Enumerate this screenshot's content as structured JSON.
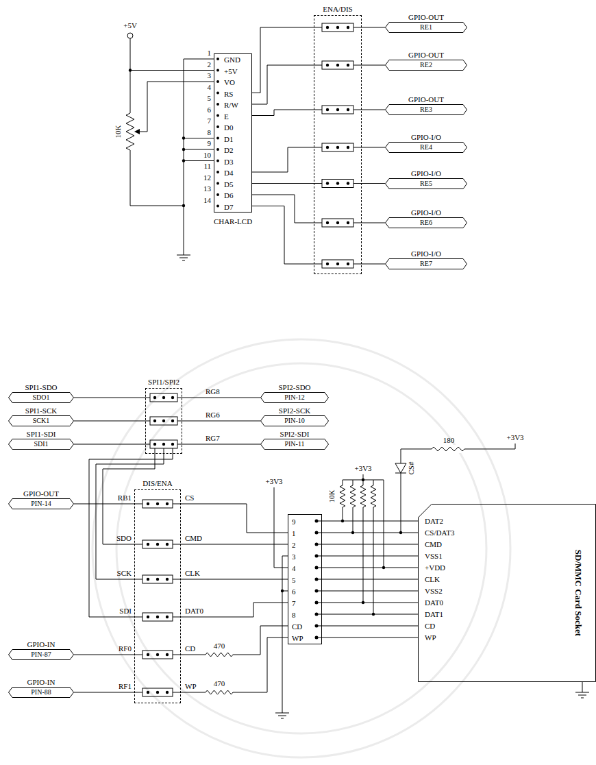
{
  "diagram": {
    "nodes": [
      {
        "text": [
          "GND",
          "+5V",
          "VO",
          "RS",
          "R/W",
          "E",
          "D0",
          "D1",
          "D2",
          "D3",
          "D4",
          "D5",
          "D6",
          "D7",
          "CHAR-LCD"
        ]
      },
      {
        "text": [
          "ENA/DIS"
        ]
      },
      {
        "text": [
          "GPIO-OUT",
          "RE1"
        ]
      },
      {
        "text": [
          "GPIO-OUT",
          "RE2"
        ]
      },
      {
        "text": [
          "GPIO-OUT",
          "RE3"
        ]
      },
      {
        "text": [
          "GPIO-I/O",
          "RE4"
        ]
      },
      {
        "text": [
          "GPIO-I/O",
          "RE5"
        ]
      },
      {
        "text": [
          "GPIO-I/O",
          "RE6"
        ]
      },
      {
        "text": [
          "GPIO-I/O",
          "RE7"
        ]
      },
      {
        "text": [
          "SPI1-SDO",
          "SDO1"
        ]
      },
      {
        "text": [
          "SPI1-SCK",
          "SCK1"
        ]
      },
      {
        "text": [
          "SPI1-SDI",
          "SDI1"
        ]
      },
      {
        "text": [
          "SPI1/SPI2"
        ]
      },
      {
        "text": [
          "SPI2-SDO",
          "PIN-12"
        ]
      },
      {
        "text": [
          "SPI2-SCK",
          "PIN-10"
        ]
      },
      {
        "text": [
          "SPI2-SDI",
          "PIN-11"
        ]
      },
      {
        "text": [
          "GPIO-OUT",
          "PIN-14"
        ]
      },
      {
        "text": [
          "DIS/ENA"
        ]
      },
      {
        "text": [
          "GPIO-IN",
          "PIN-87"
        ]
      },
      {
        "text": [
          "GPIO-IN",
          "PIN-88"
        ]
      },
      {
        "text": [
          "9",
          "1",
          "2",
          "3",
          "4",
          "5",
          "6",
          "7",
          "8",
          "CD",
          "WP"
        ]
      },
      {
        "text": [
          "DAT2",
          "CS/DAT3",
          "CMD",
          "VSS1",
          "+VDD",
          "CLK",
          "VSS2",
          "DAT0",
          "DAT1",
          "CD",
          "WP",
          "SD/MMC Card Socket"
        ]
      }
    ],
    "edges": [
      {
        "from": 0,
        "to": 1,
        "arrow": "none"
      },
      {
        "from": 0,
        "to": 1,
        "arrow": "none"
      },
      {
        "from": 0,
        "to": 1,
        "arrow": "none"
      },
      {
        "from": 0,
        "to": 1,
        "arrow": "none"
      },
      {
        "from": 0,
        "to": 1,
        "arrow": "none"
      },
      {
        "from": 0,
        "to": 1,
        "arrow": "none"
      },
      {
        "from": 0,
        "to": 1,
        "arrow": "none"
      },
      {
        "from": 1,
        "to": 2,
        "arrow": "none"
      },
      {
        "from": 1,
        "to": 3,
        "arrow": "none"
      },
      {
        "from": 1,
        "to": 4,
        "arrow": "none"
      },
      {
        "from": 1,
        "to": 5,
        "arrow": "none"
      },
      {
        "from": 1,
        "to": 6,
        "arrow": "none"
      },
      {
        "from": 1,
        "to": 7,
        "arrow": "none"
      },
      {
        "from": 1,
        "to": 8,
        "arrow": "none"
      },
      {
        "from": 9,
        "to": 12,
        "arrow": "none"
      },
      {
        "from": 10,
        "to": 12,
        "arrow": "none"
      },
      {
        "from": 11,
        "to": 12,
        "arrow": "none"
      },
      {
        "from": 12,
        "to": 13,
        "arrow": "none"
      },
      {
        "from": 12,
        "to": 14,
        "arrow": "none"
      },
      {
        "from": 12,
        "to": 15,
        "arrow": "none"
      },
      {
        "from": 12,
        "to": 17,
        "arrow": "none"
      },
      {
        "from": 12,
        "to": 17,
        "arrow": "none"
      },
      {
        "from": 12,
        "to": 17,
        "arrow": "none"
      },
      {
        "from": 16,
        "to": 17,
        "arrow": "none"
      },
      {
        "from": 18,
        "to": 17,
        "arrow": "none"
      },
      {
        "from": 19,
        "to": 17,
        "arrow": "none"
      },
      {
        "from": 17,
        "to": 20,
        "arrow": "none"
      },
      {
        "from": 17,
        "to": 20,
        "arrow": "none"
      },
      {
        "from": 17,
        "to": 20,
        "arrow": "none"
      },
      {
        "from": 17,
        "to": 20,
        "arrow": "none"
      },
      {
        "from": 17,
        "to": 20,
        "arrow": "none"
      },
      {
        "from": 17,
        "to": 20,
        "arrow": "none"
      },
      {
        "from": 20,
        "to": 21,
        "arrow": "none"
      },
      {
        "from": 20,
        "to": 21,
        "arrow": "none"
      },
      {
        "from": 20,
        "to": 21,
        "arrow": "none"
      },
      {
        "from": 20,
        "to": 21,
        "arrow": "none"
      },
      {
        "from": 20,
        "to": 21,
        "arrow": "none"
      },
      {
        "from": 20,
        "to": 21,
        "arrow": "none"
      },
      {
        "from": 20,
        "to": 21,
        "arrow": "none"
      },
      {
        "from": 20,
        "to": 21,
        "arrow": "none"
      },
      {
        "from": 20,
        "to": 21,
        "arrow": "none"
      },
      {
        "from": 20,
        "to": 21,
        "arrow": "none"
      },
      {
        "from": 20,
        "to": 21,
        "arrow": "none"
      }
    ],
    "labels": [
      "+5V",
      "10K",
      "1",
      "2",
      "3",
      "4",
      "5",
      "6",
      "7",
      "8",
      "9",
      "10",
      "11",
      "12",
      "13",
      "14",
      "RG8",
      "RG6",
      "RG7",
      "RB1",
      "SDO",
      "SCK",
      "SDI",
      "RF0",
      "RF1",
      "CS",
      "CMD",
      "CLK",
      "DAT0",
      "CD",
      "WP",
      "470",
      "470",
      "+3V3",
      "10K",
      "+3V3",
      "+3V3",
      "180",
      "CS#"
    ]
  }
}
